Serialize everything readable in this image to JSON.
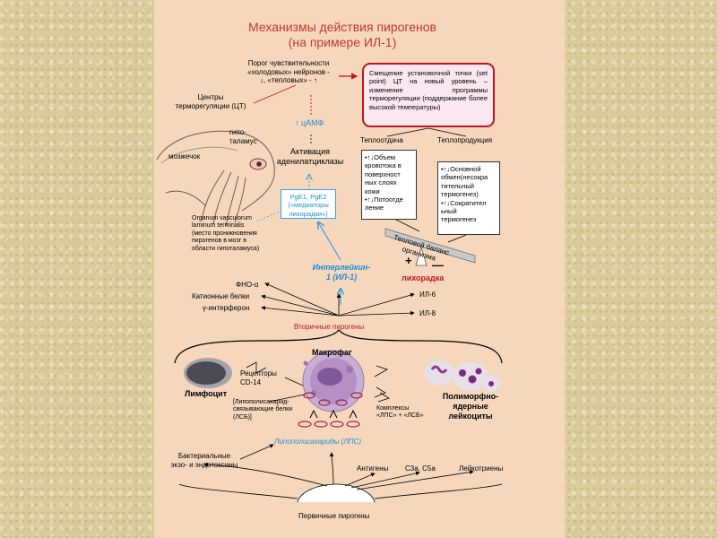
{
  "title": {
    "line1": "Механизмы действия пирогенов",
    "line2": "(на примере ИЛ-1)"
  },
  "threshold": "Порог чувствительности\n«холодовых» нейронов -\n↓, «тепловых» - ↑",
  "setpoint_box": "Смещение установочной точки (set point) ЦТ на новый уровень – изменение программы терморегуляции (поддержание более высокой температуры)",
  "centers": "Центры\nтерморегуляции (ЦТ)",
  "camp": "↑ цАМФ",
  "hypothalamus": "гипо-\nталамус",
  "cerebellum": "мозжечок",
  "adenylate": "Активация\nаденилатциклазы",
  "heat_loss": "Теплоотдача",
  "heat_prod": "Теплопродукция",
  "heat_loss_box": "•↑↓Объем\nкровотока в\nповерхност\nных слоях\nкожи\n•↑↓Потоотде\nление",
  "heat_prod_box": "•↑↓Основной\nобмен(несокра\nтительный\nтермогенез)\n•↑↓Сократител\nьный\nтермогенез",
  "pge_box": "PgE1, PgE2\n(«медиаторы\nлихорадки»)",
  "organum": "Organum vasculorum\nlaminum terminalis\n(место проникновения\nпирогенов в мозг в\nобласти гипоталамуса)",
  "balance": "Тепловой баланс\nорганизма",
  "plus": "+",
  "minus": "—",
  "fever": "лихорадка",
  "il1": "Интерлейкин-\n1 (ИЛ-1)",
  "tnf": "ФНО-α",
  "cationic": "Катионные белки",
  "interferon": "γ-интерферон",
  "il6": "ИЛ-6",
  "il8": "ИЛ-8",
  "secondary": "Вторичные пирогены",
  "macrophage": "Макрофаг",
  "receptors": "Рецепторы\nCD-14",
  "lymphocyte": "Лимфоцит",
  "lbp": "[Липополисахарид-\nсвязывающие белки\n(ЛСБ)]",
  "complexes": "Комплексы\n«ЛПС» + «ЛСБ»",
  "pmn": "Полиморфно-\nядерные\nлейкоциты",
  "lps": "Липополисахариды (ЛПС)",
  "bacterial": "Бактериальные\nэкзо- и эндотоксины",
  "antigens": "Антигены",
  "c3a": "С3а, С5а",
  "leukotrienes": "Лейкотриены",
  "primary": "Первичные пирогены",
  "colors": {
    "slide_bg": "#f6d7bc",
    "page_bg": "#d9cc9c",
    "accent_red": "#c0141e",
    "accent_blue": "#1f8dd6",
    "title_red": "#c0392b"
  }
}
